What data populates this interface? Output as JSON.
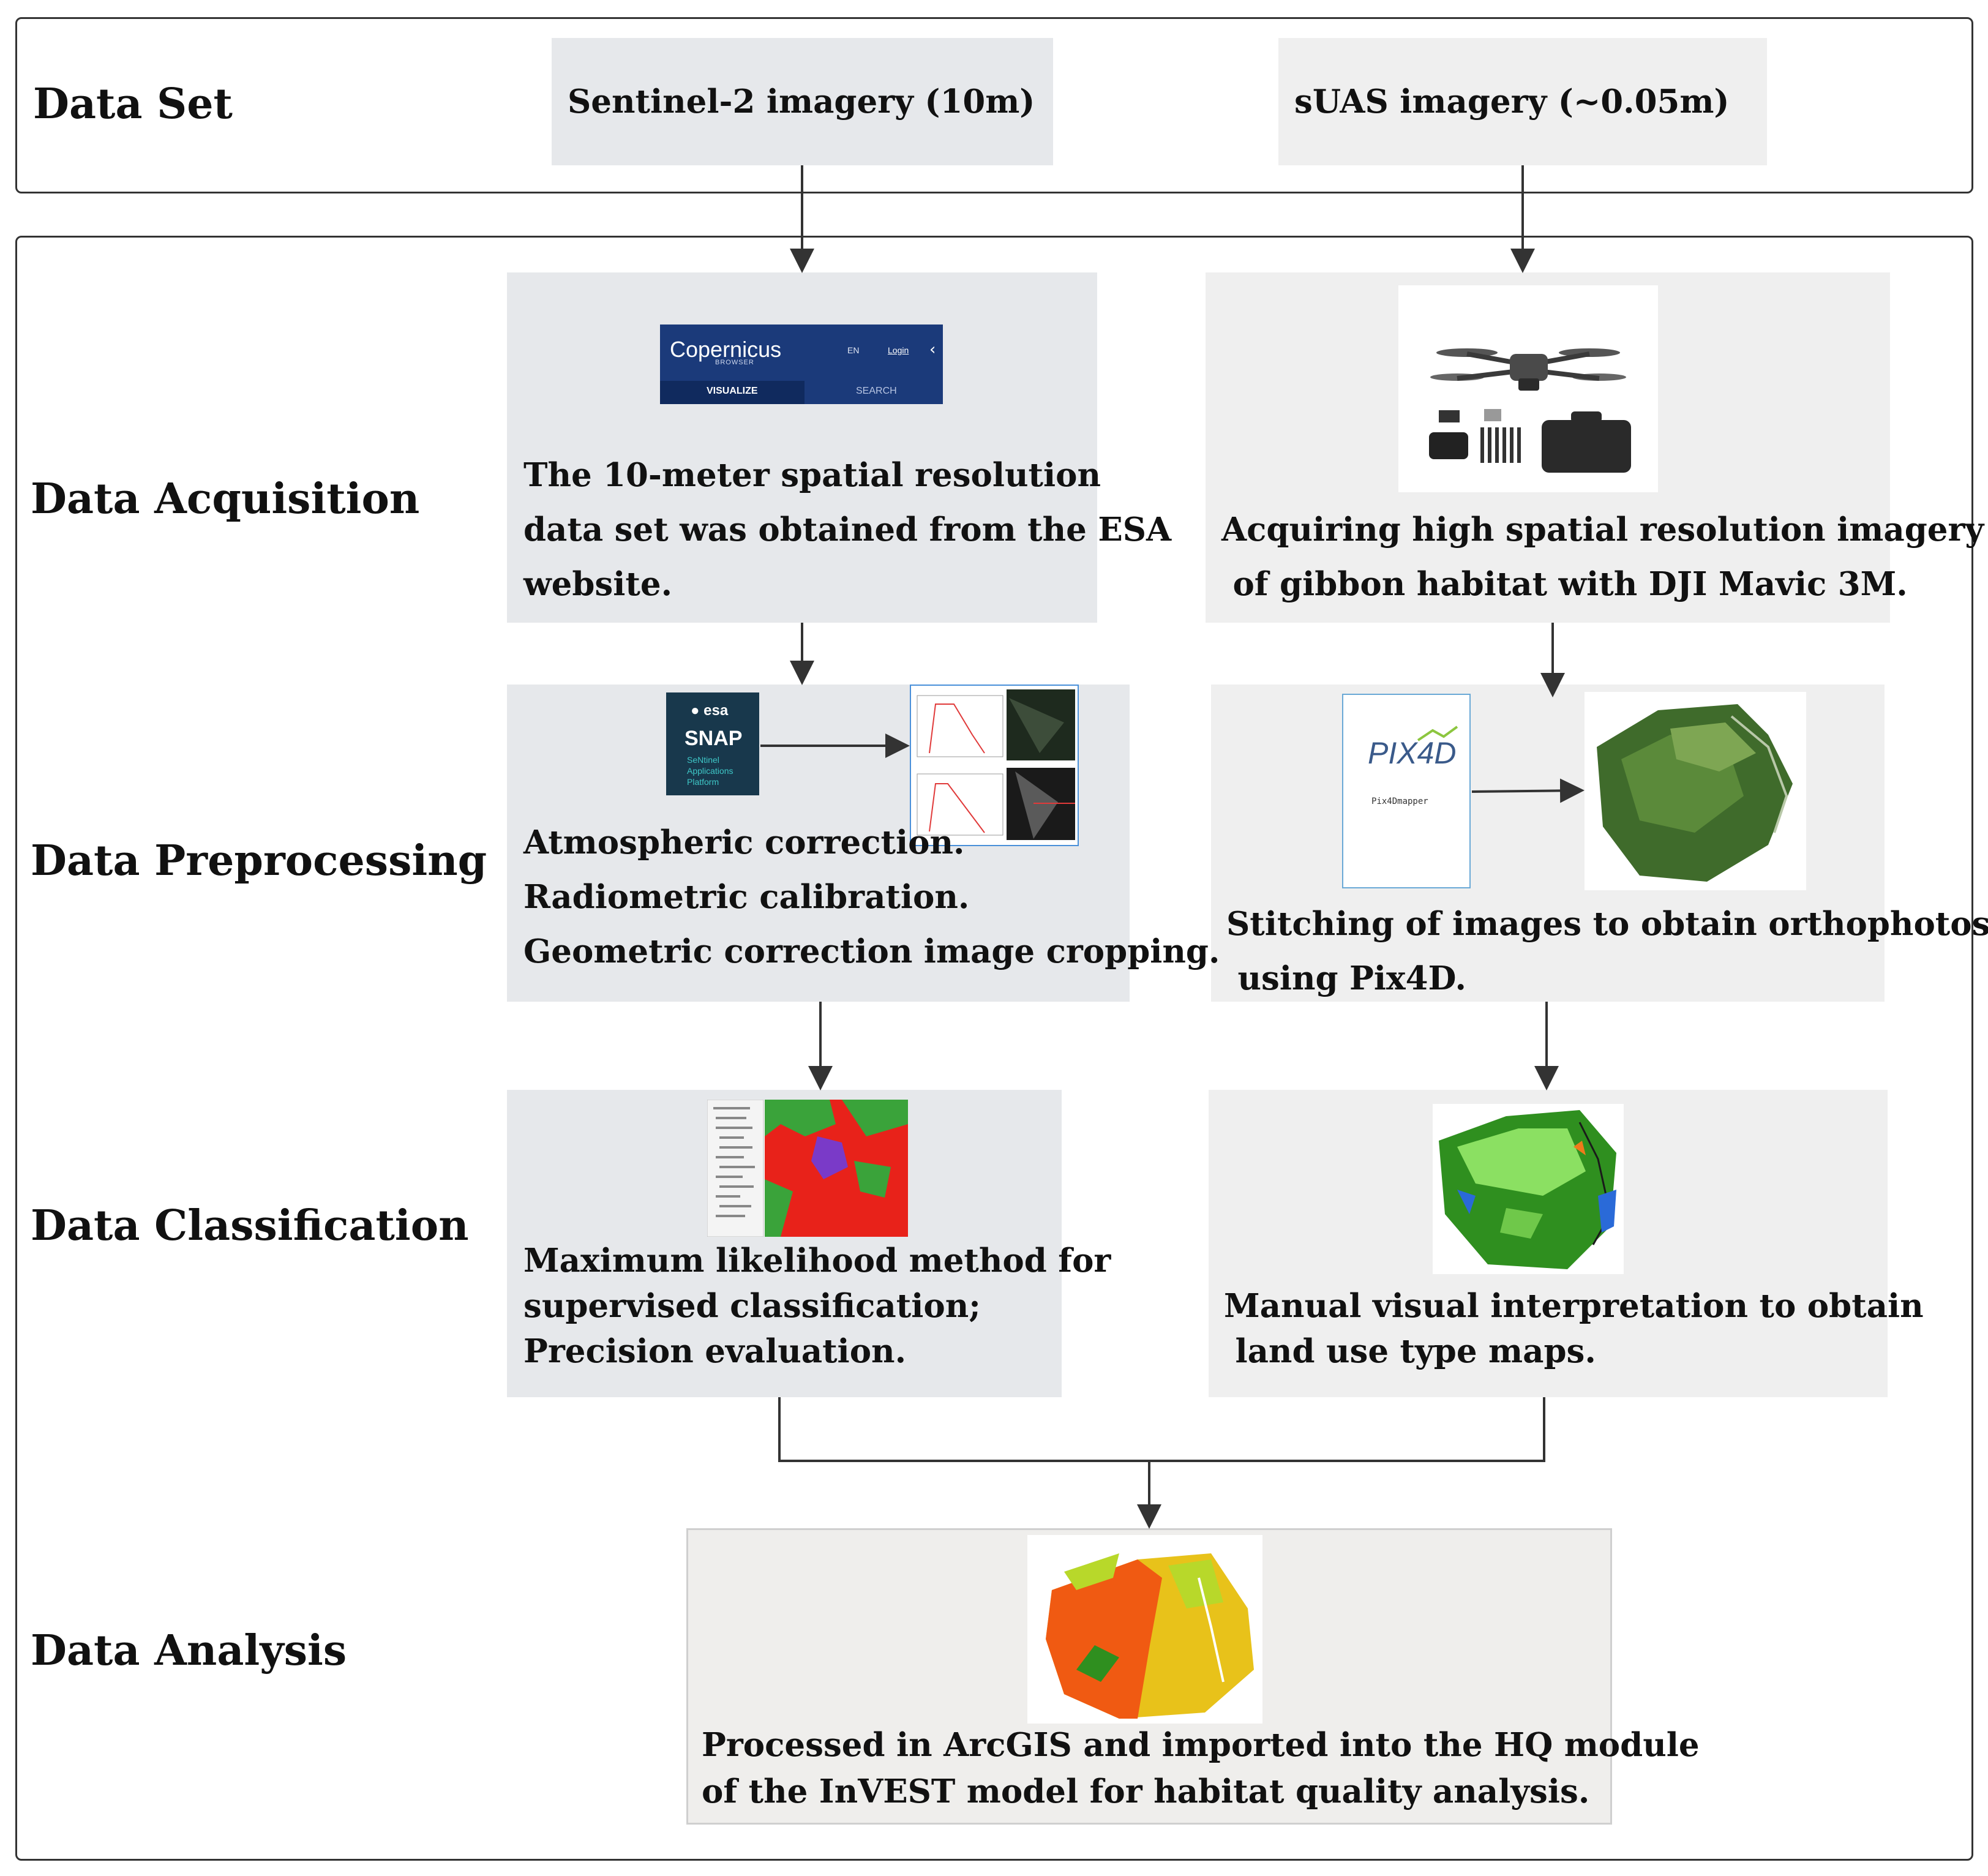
{
  "stages": {
    "data_set": "Data Set",
    "acquisition": "Data Acquisition",
    "preprocessing": "Data Preprocessing",
    "classification": "Data Classification",
    "analysis": "Data Analysis"
  },
  "sources": {
    "sentinel": "Sentinel-2 imagery (10m)",
    "suas": "sUAS imagery (~0.05m)"
  },
  "left": {
    "acquisition_lines": [
      "The 10-meter spatial resolution",
      "data set was obtained from the ESA",
      "website."
    ],
    "preprocessing_lines": [
      "Atmospheric correction.",
      "Radiometric calibration.",
      "Geometric correction image cropping."
    ],
    "classification_lines": [
      "Maximum likelihood method for",
      "supervised classification;",
      "Precision evaluation."
    ]
  },
  "right": {
    "acquisition_lines": [
      "Acquiring high spatial resolution imagery",
      " of gibbon habitat with DJI Mavic 3M."
    ],
    "preprocessing_lines": [
      "Stitching of images to obtain orthophotos",
      " using Pix4D."
    ],
    "classification_lines": [
      "Manual visual interpretation to obtain",
      " land use type maps."
    ]
  },
  "analysis_lines": [
    "Processed in ArcGIS and imported into the HQ module",
    "of the InVEST model for habitat quality analysis."
  ],
  "thumbs": {
    "copernicus": {
      "logo": "Copernicus",
      "sub": "BROWSER",
      "lang": "EN",
      "login": "Login",
      "tab1": "VISUALIZE",
      "tab2": "SEARCH"
    },
    "snap": {
      "org": "esa",
      "name": "SNAP",
      "sub1": "SeNtinel",
      "sub2": "Applications",
      "sub3": "Platform"
    },
    "pix4d": {
      "logo": "PIX4D",
      "product": "Pix4Dmapper"
    }
  },
  "colors": {
    "box_grey": "#e6e8eb",
    "arrow": "#333333",
    "class_red": "#e8221a",
    "class_green": "#3aa33a",
    "forest_green": "#2f8f1f",
    "hq_orange": "#f05a12",
    "hq_yellow": "#e8c21a"
  }
}
